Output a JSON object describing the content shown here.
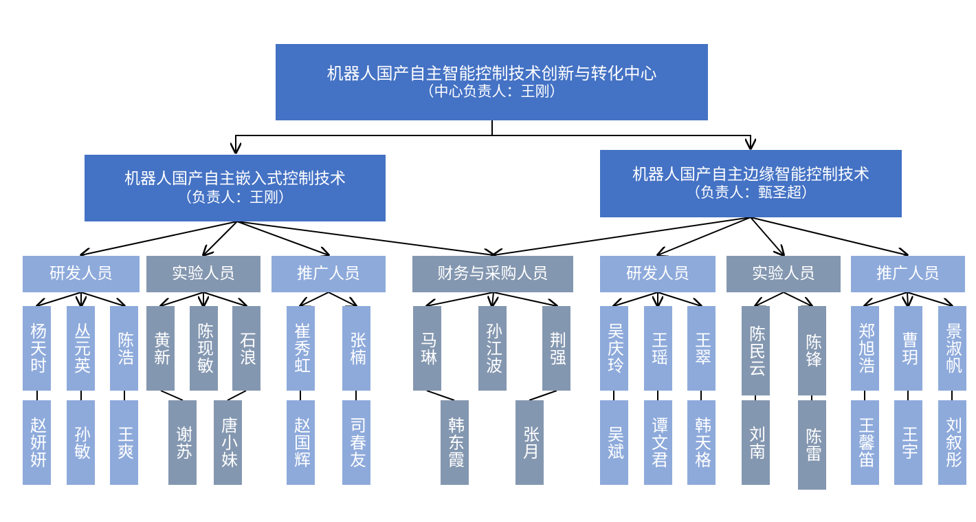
{
  "center": {
    "title": "机器人国产自主智能控制技术创新与转化中心",
    "leader": "（中心负责人：王刚）"
  },
  "left_branch": {
    "title": "机器人国产自主嵌入式控制技术",
    "leader": "（负责人：王刚）"
  },
  "right_branch": {
    "title": "机器人国产自主边缘智能控制技术",
    "leader": "（负责人：甄圣超）"
  },
  "left_groups": [
    {
      "label": "研发人员",
      "members": [
        "杨天时",
        "丛元英",
        "陈浩",
        "赵妍妍",
        "孙敏",
        "王爽"
      ]
    },
    {
      "label": "实验人员",
      "members": [
        "黄新",
        "陈现敏",
        "石浪",
        "谢苏",
        "唐小妹"
      ]
    },
    {
      "label": "推广人员",
      "members": [
        "崔秀虹",
        "张楠",
        "赵国辉",
        "司春友"
      ]
    }
  ],
  "shared_group": {
    "label": "财务与采购人员",
    "members": [
      "马琳",
      "孙江波",
      "荆强",
      "韩东霞",
      "张月"
    ]
  },
  "right_groups": [
    {
      "label": "研发人员",
      "members": [
        "吴庆玲",
        "王瑶",
        "王翠",
        "吴斌",
        "谭文君",
        "韩天格"
      ]
    },
    {
      "label": "实验人员",
      "members": [
        "陈民云",
        "陈锋",
        "刘南",
        "陈雷"
      ]
    },
    {
      "label": "推广人员",
      "members": [
        "郑旭浩",
        "曹玥",
        "景淑帆",
        "王馨笛",
        "王宇",
        "刘叙彤"
      ]
    }
  ]
}
